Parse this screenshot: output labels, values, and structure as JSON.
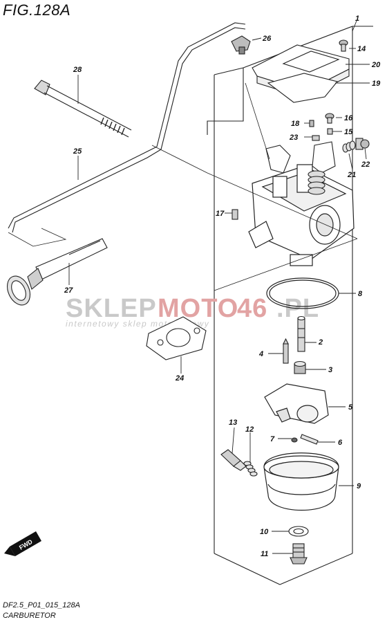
{
  "figure": {
    "title": "FIG.128A",
    "code": "DF2.5_P01_015_128A",
    "name": "CARBURETOR"
  },
  "watermark": {
    "brand_part1": "SKLEP",
    "brand_part2": "MOTO",
    "brand_part3": "46",
    "brand_part4": ".PL",
    "tagline": "internetowy sklep motocyklowy",
    "colors": {
      "gray": "#c9c9c9",
      "red": "#e2a3a3"
    }
  },
  "direction_badge": {
    "label": "FWD"
  },
  "callouts": [
    "1",
    "2",
    "3",
    "4",
    "5",
    "6",
    "7",
    "8",
    "9",
    "10",
    "11",
    "12",
    "13",
    "14",
    "15",
    "16",
    "17",
    "18",
    "19",
    "20",
    "21",
    "22",
    "23",
    "24",
    "25",
    "26",
    "27",
    "28"
  ]
}
